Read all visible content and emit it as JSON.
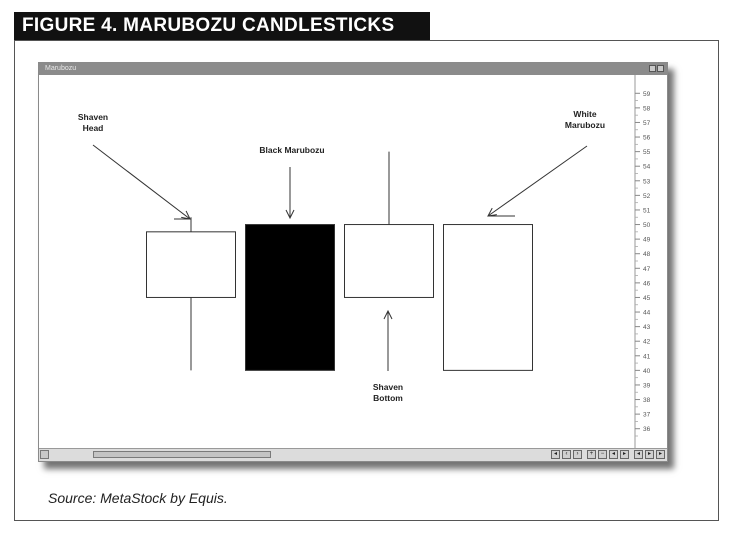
{
  "figure": {
    "title": "FIGURE 4. MARUBOZU CANDLESTICKS",
    "source": "Source: MetaStock by Equis."
  },
  "window": {
    "title": "Marubozu"
  },
  "chart_data": {
    "type": "candlestick",
    "y_axis_ticks": [
      59,
      58,
      57,
      56,
      55,
      54,
      53,
      52,
      51,
      50,
      49,
      48,
      47,
      46,
      45,
      44,
      43,
      42,
      41,
      40,
      39,
      38,
      37,
      36
    ],
    "ylim": [
      35.5,
      59.5
    ],
    "candles": [
      {
        "open": 45,
        "close": 49.5,
        "high": 50.5,
        "low": 40,
        "color": "white"
      },
      {
        "open": 50,
        "close": 40,
        "high": 50,
        "low": 40,
        "color": "black"
      },
      {
        "open": 45,
        "close": 50,
        "high": 55,
        "low": 45,
        "color": "white"
      },
      {
        "open": 40,
        "close": 50,
        "high": 50,
        "low": 40,
        "color": "white"
      }
    ],
    "annotations": [
      {
        "label_lines": [
          "Shaven",
          "Head"
        ]
      },
      {
        "label_lines": [
          "Black Marubozu"
        ]
      },
      {
        "label_lines": [
          "Shaven",
          "Bottom"
        ]
      },
      {
        "label_lines": [
          "White",
          "Marubozu"
        ]
      }
    ]
  }
}
